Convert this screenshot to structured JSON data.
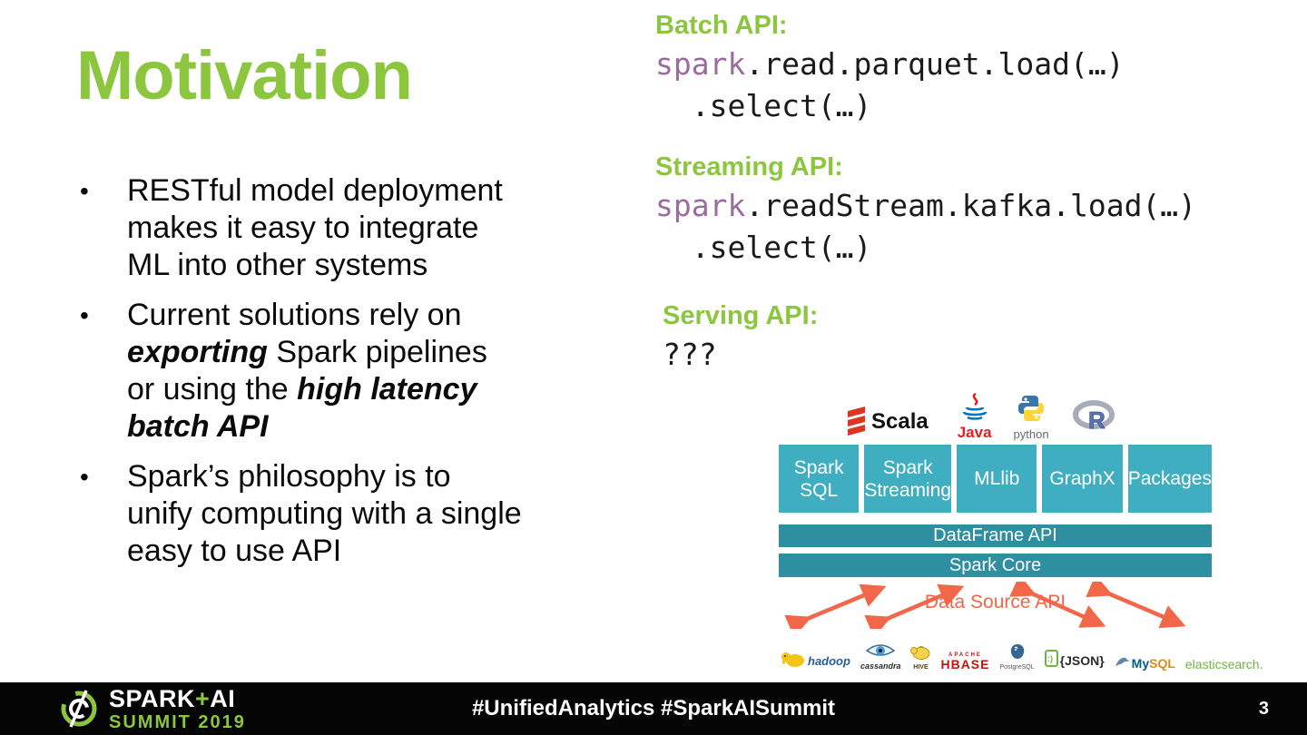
{
  "slide": {
    "title": "Motivation",
    "bullets": [
      {
        "segments": [
          {
            "text": "RESTful model deployment\nmakes it easy to integrate\nML into other systems",
            "style": "normal"
          }
        ]
      },
      {
        "segments": [
          {
            "text": "Current solutions rely on\n",
            "style": "normal"
          },
          {
            "text": "exporting",
            "style": "bi"
          },
          {
            "text": " Spark pipelines\nor using the ",
            "style": "normal"
          },
          {
            "text": "high latency\nbatch API",
            "style": "bi"
          }
        ]
      },
      {
        "segments": [
          {
            "text": "Spark’s philosophy is to\nunify computing with a single\neasy to use API",
            "style": "normal"
          }
        ]
      }
    ],
    "api_examples": [
      {
        "heading": "Batch API:",
        "lines": [
          [
            {
              "t": "spark",
              "c": "keyword"
            },
            {
              "t": ".read.parquet.load(…)"
            }
          ],
          [
            {
              "t": "  .select(…)"
            }
          ]
        ]
      },
      {
        "heading": "Streaming API:",
        "lines": [
          [
            {
              "t": "spark",
              "c": "keyword"
            },
            {
              "t": ".readStream.kafka.load(…)"
            }
          ],
          [
            {
              "t": "  .select(…)"
            }
          ]
        ]
      },
      {
        "heading": "Serving API:",
        "lines": [
          [
            {
              "t": "???"
            }
          ]
        ]
      }
    ],
    "footer": {
      "brand_top": {
        "pre": "SPARK",
        "plus": "+",
        "post": "AI"
      },
      "brand_bottom": "SUMMIT 2019",
      "hashtags": "#UnifiedAnalytics #SparkAISummit",
      "page_number": "3"
    }
  },
  "diagram": {
    "languages": [
      {
        "id": "scala",
        "label": "Scala"
      },
      {
        "id": "java",
        "label": "Java"
      },
      {
        "id": "python",
        "label": "python"
      },
      {
        "id": "r",
        "label": "R"
      }
    ],
    "components": [
      "Spark\nSQL",
      "Spark\nStreaming",
      "MLlib",
      "GraphX",
      "Packages"
    ],
    "layers": [
      "DataFrame API",
      "Spark Core"
    ],
    "data_source_label": "Data Source API",
    "datasources": [
      {
        "id": "hadoop",
        "label": "hadoop"
      },
      {
        "id": "cassandra",
        "label": "cassandra"
      },
      {
        "id": "hive",
        "label": "HIVE"
      },
      {
        "id": "hbase",
        "label": "HBASE",
        "sub": "APACHE"
      },
      {
        "id": "postgresql",
        "label": "PostgreSQL"
      },
      {
        "id": "json",
        "label": "{JSON}"
      },
      {
        "id": "mysql",
        "label": "MySQL"
      },
      {
        "id": "elasticsearch",
        "label": "elasticsearch."
      }
    ]
  },
  "colors": {
    "title_green": "#8CC63F",
    "code_keyword_purple": "#9B6B9E",
    "component_teal": "#3FAEC1",
    "layer_teal_dark": "#2E8FA1",
    "datasource_orange": "#F26649",
    "footer_black": "#050505"
  }
}
